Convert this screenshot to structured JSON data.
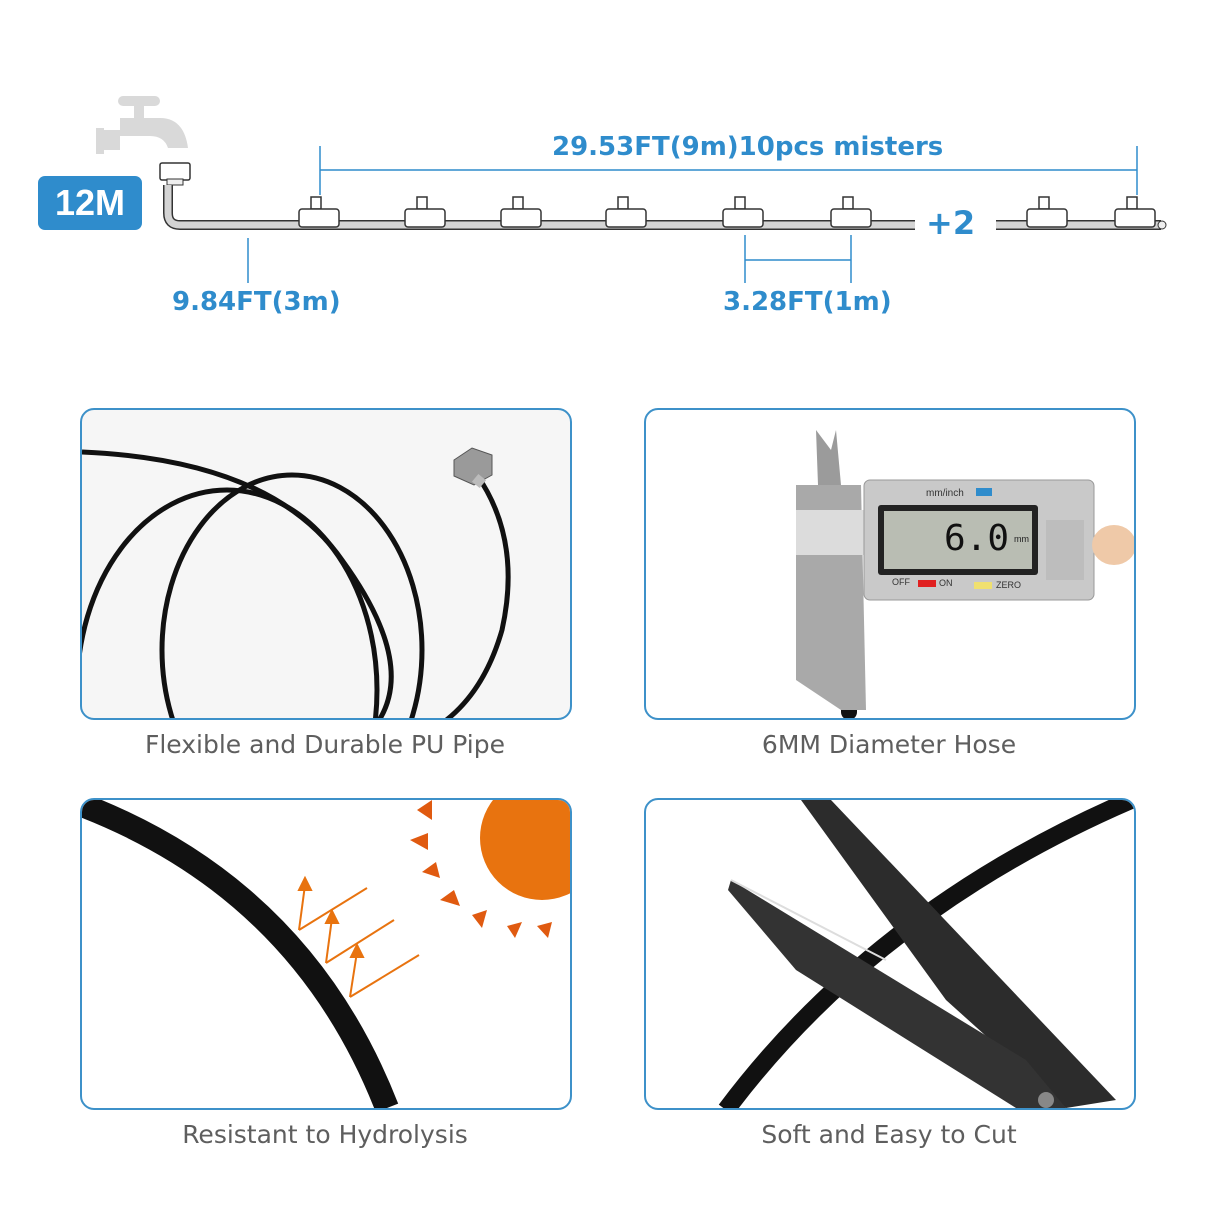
{
  "diagram": {
    "length_badge": "12M",
    "total_span_label": "29.53FT(9m)10pcs misters",
    "lead_hose_label": "9.84FT(3m)",
    "spacing_label": "3.28FT(1m)",
    "extra_count_label": "+2",
    "icons": [
      "faucet-icon",
      "tee-connector-icon"
    ],
    "accent_color": "#2f8ccc"
  },
  "panels": [
    {
      "caption": "Flexible and Durable PU Pipe",
      "image": "coiled-black-hose-with-fitting"
    },
    {
      "caption": "6MM Diameter Hose",
      "image": "digital-caliper-measuring-hose",
      "caliper": {
        "unit_toggle": "mm/inch",
        "reading": "6.0",
        "unit": "mm",
        "off_label": "OFF",
        "on_label": "ON",
        "zero_label": "ZERO"
      }
    },
    {
      "caption": "Resistant to Hydrolysis",
      "image": "hose-with-sun-reflection-arrows"
    },
    {
      "caption": "Soft and Easy to Cut",
      "image": "scissors-cutting-hose"
    }
  ],
  "colors": {
    "panel_border": "#3d91c9",
    "caption_text": "#5e5e5e",
    "sun_orange": "#e8730f"
  }
}
